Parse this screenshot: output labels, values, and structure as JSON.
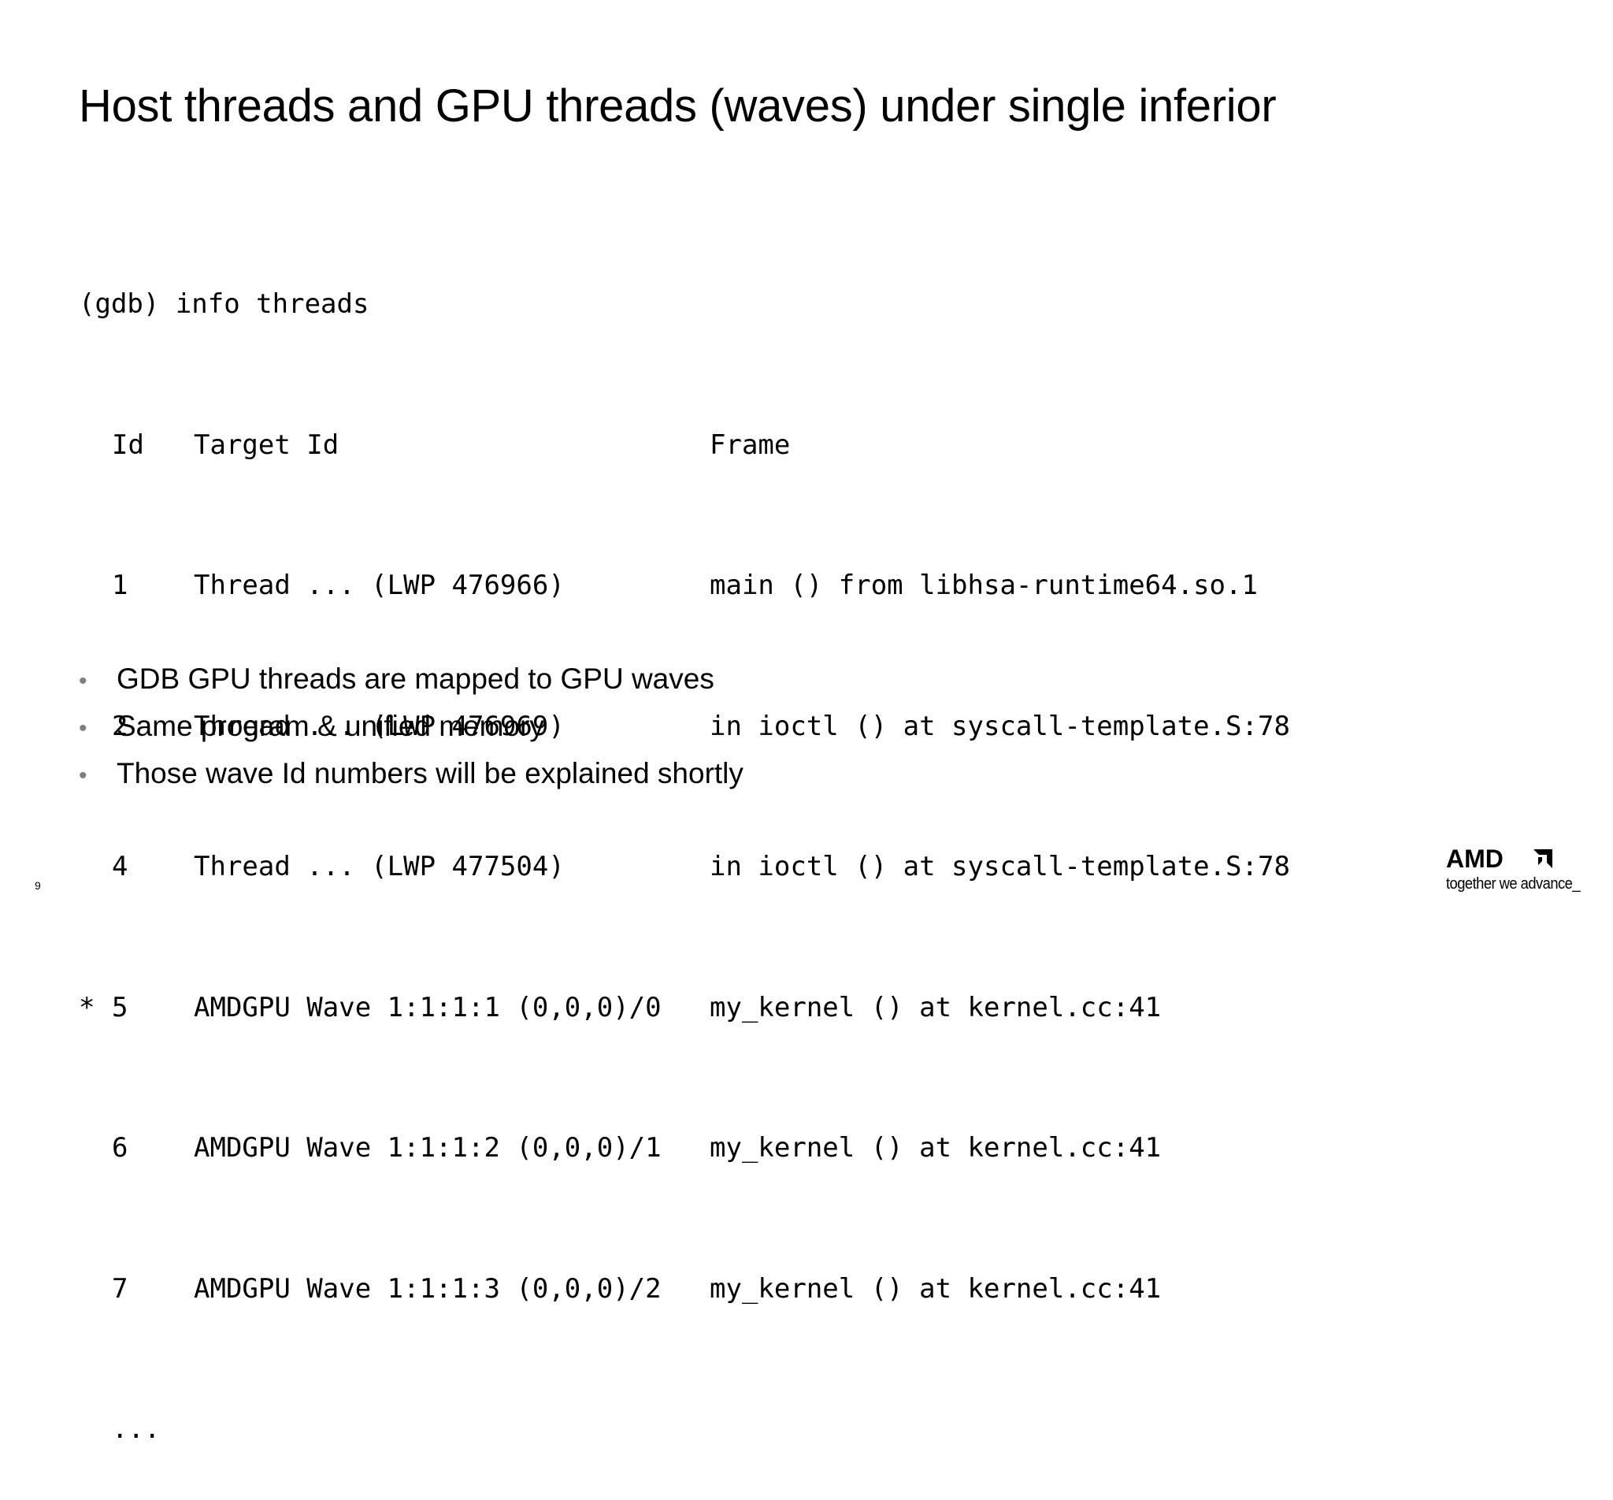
{
  "slide": {
    "title": "Host threads and GPU threads (waves) under single inferior",
    "page_number": "9"
  },
  "code": {
    "command": "(gdb) info threads",
    "headers": {
      "id": "Id",
      "target": "Target Id",
      "frame": "Frame"
    },
    "rows": [
      {
        "mark": "",
        "id": "1",
        "target": "Thread ... (LWP 476966)",
        "frame": "main () from libhsa-runtime64.so.1"
      },
      {
        "mark": "",
        "id": "2",
        "target": "Thread ... (LWP 476969)",
        "frame": "in ioctl () at syscall-template.S:78"
      },
      {
        "mark": "",
        "id": "4",
        "target": "Thread ... (LWP 477504)",
        "frame": "in ioctl () at syscall-template.S:78"
      },
      {
        "mark": "*",
        "id": "5",
        "target": "AMDGPU Wave 1:1:1:1 (0,0,0)/0",
        "frame": "my_kernel () at kernel.cc:41"
      },
      {
        "mark": "",
        "id": "6",
        "target": "AMDGPU Wave 1:1:1:2 (0,0,0)/1",
        "frame": "my_kernel () at kernel.cc:41"
      },
      {
        "mark": "",
        "id": "7",
        "target": "AMDGPU Wave 1:1:1:3 (0,0,0)/2",
        "frame": "my_kernel () at kernel.cc:41"
      }
    ],
    "ellipsis": "..."
  },
  "bullets": {
    "marker": "•",
    "items": [
      "GDB GPU threads are mapped to GPU waves",
      "Same program & unified memory",
      "Those wave Id numbers will be explained shortly"
    ]
  },
  "logo": {
    "wordmark": "AMD",
    "tagline": "together we advance_",
    "icon": "amd-arrow-icon",
    "color": "#000000"
  }
}
